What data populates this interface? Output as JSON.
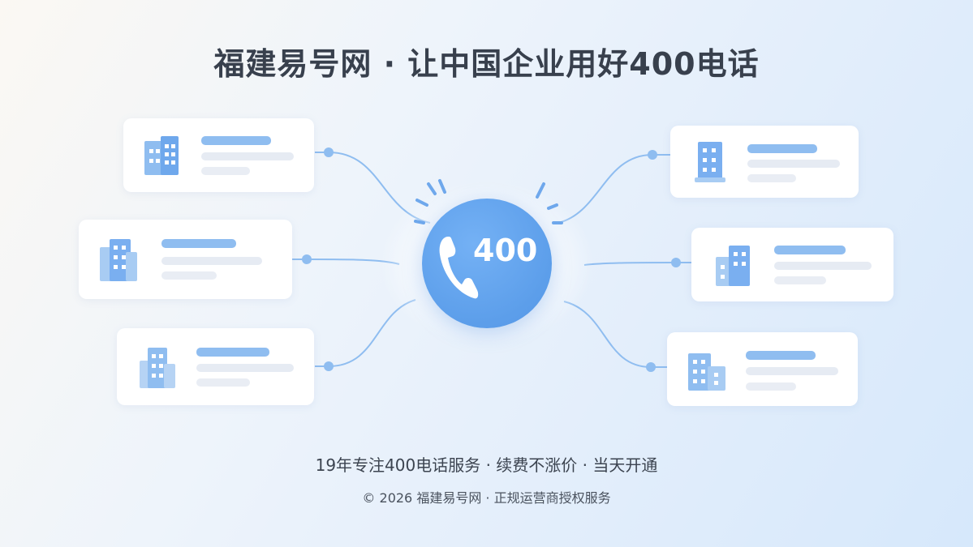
{
  "header": {
    "title": "福建易号网 · 让中国企业用好400电话"
  },
  "hub": {
    "number": "400",
    "icon": "phone-icon"
  },
  "cards": [
    {
      "side": "left",
      "icon": "building-icon"
    },
    {
      "side": "left",
      "icon": "building-icon"
    },
    {
      "side": "left",
      "icon": "building-icon"
    },
    {
      "side": "right",
      "icon": "building-icon"
    },
    {
      "side": "right",
      "icon": "building-icon"
    },
    {
      "side": "right",
      "icon": "building-icon"
    }
  ],
  "footer": {
    "tagline": "19年专注400电话服务 · 续费不涨价 · 当天开通",
    "copyright": "© 2026 福建易号网 · 正规运营商授权服务"
  },
  "colors": {
    "accent": "#5c9eea",
    "title": "#38404d",
    "line": "#8fbdf0"
  }
}
